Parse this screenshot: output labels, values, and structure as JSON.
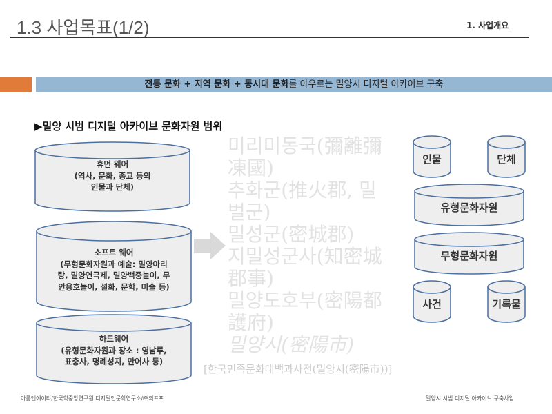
{
  "header": {
    "title": "1.3 사업목표(1/2)",
    "section": "1. 사업개요"
  },
  "banner": {
    "bold": "전통 문화 + 지역 문화 + 동시대 문화",
    "rest": "를 아우르는 밀양시 디지털 아카이브 구축"
  },
  "heading": "▶밀양 시범 디지털 아카이브 문화자원 범위",
  "watermark": [
    "미리미동국(彌離彌凍國)",
    "추화군(推火郡, 밀벌군)",
    "밀성군(密城郡)",
    "지밀성군사(知密城郡事)",
    "밀양도호부(密陽都護府)",
    "밀양시(密陽市)"
  ],
  "citation": "[한국민족문화대백과사전(밀양시(密陽市))]",
  "layers": [
    {
      "title": "휴먼 웨어",
      "desc": [
        "(역사, 문화, 종교 등의",
        "인물과 단체)"
      ]
    },
    {
      "title": "소프트 웨어",
      "desc": [
        "(무형문화자원과 예술:  밀양아리",
        "랑, 밀양연극제, 밀양백중놀이, 무",
        "안용호놀이, 설화, 문학, 미술 등)"
      ]
    },
    {
      "title": "하드웨어",
      "desc": [
        "(유형문화자원과 장소 : 영남루,",
        "표충사, 명례성지, 만어사 등)"
      ]
    }
  ],
  "categories": [
    "인물",
    "단체",
    "유형문화자원",
    "무형문화자원",
    "사건",
    "기록물"
  ],
  "footer": {
    "left": "아름앤에이티/한국학중앙연구원 디지털인문학연구소/㈜의프프",
    "right": "밀양시 시범 디지털 아카이브 구축사업"
  },
  "colors": {
    "accent_orange": "#E07B39",
    "banner_blue": "#95B7D3",
    "cylinder_fill": "#EEEEEE",
    "cylinder_stroke": "#4A6FA0"
  }
}
